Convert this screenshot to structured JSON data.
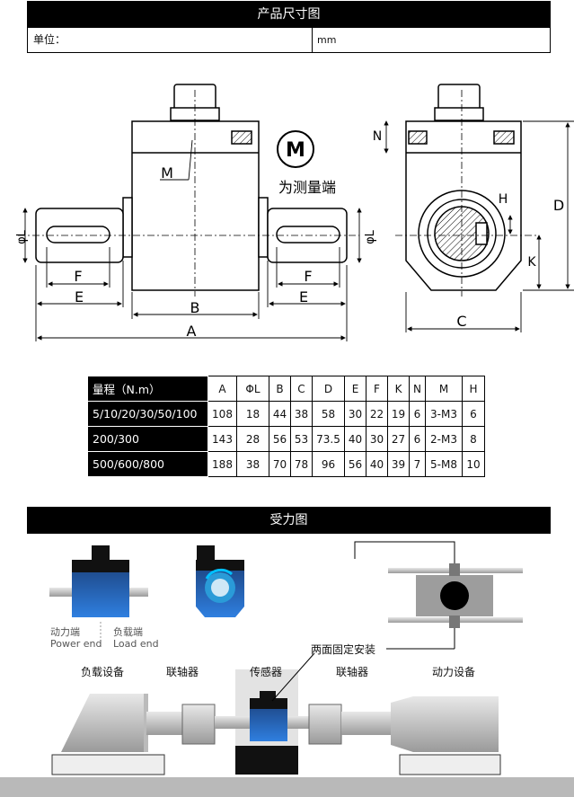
{
  "header": {
    "title": "产品尺寸图"
  },
  "unit": {
    "label": "单位：",
    "value": "mm"
  },
  "drawing": {
    "m_badge": "M",
    "m_note": "为测量端",
    "labels": {
      "a": "A",
      "b": "B",
      "c": "C",
      "d": "D",
      "e_left": "E",
      "e_right": "E",
      "f_left": "F",
      "f_right": "F",
      "k": "K",
      "h": "H",
      "n": "N",
      "m": "M",
      "phi_left": "φL",
      "phi_right": "φL"
    }
  },
  "spec_table": {
    "headers": [
      "量程（N.m）",
      "A",
      "ΦL",
      "B",
      "C",
      "D",
      "E",
      "F",
      "K",
      "N",
      "M",
      "H"
    ],
    "rows": [
      [
        "5/10/20/30/50/100",
        "108",
        "18",
        "44",
        "38",
        "58",
        "30",
        "22",
        "19",
        "6",
        "3-M3",
        "6"
      ],
      [
        "200/300",
        "143",
        "28",
        "56",
        "53",
        "73.5",
        "40",
        "30",
        "27",
        "6",
        "2-M3",
        "8"
      ],
      [
        "500/600/800",
        "188",
        "38",
        "70",
        "78",
        "96",
        "56",
        "40",
        "39",
        "7",
        "5-M8",
        "10"
      ]
    ]
  },
  "force_section": {
    "title": "受力图",
    "power_end": {
      "cn": "动力端",
      "en": "Power end"
    },
    "load_end": {
      "cn": "负载端",
      "en": "Load end"
    },
    "both_fixed": "两面固定安装",
    "assembly_labels": [
      "负载设备",
      "联轴器",
      "传感器",
      "联轴器",
      "动力设备"
    ]
  }
}
